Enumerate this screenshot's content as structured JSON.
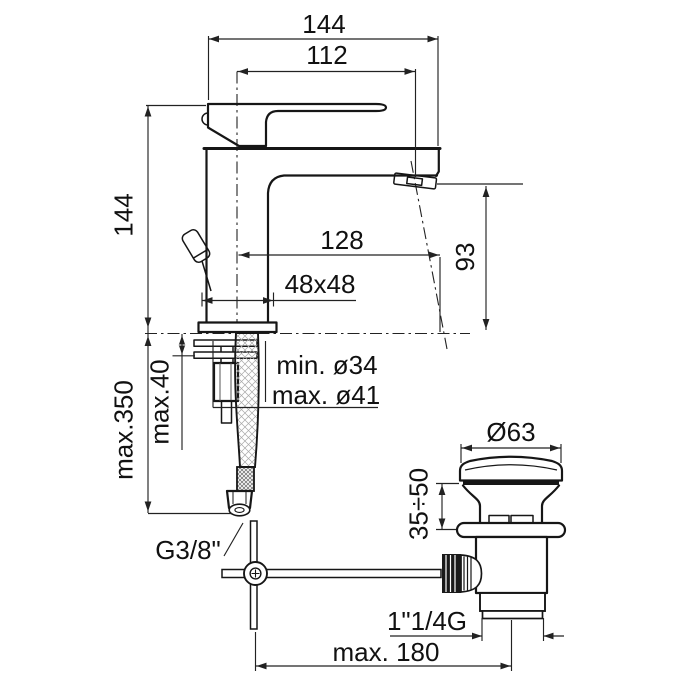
{
  "drawing": {
    "type": "basin-mixer-technical-drawing",
    "colors": {
      "line": "#161616",
      "background": "#ffffff"
    },
    "dimensions": {
      "overall_length": "144",
      "spout_reach": "112",
      "body_height": "144",
      "stream_reach": "128",
      "outlet_height": "93",
      "base_square": "48x48",
      "hole_min": "min. ø34",
      "hole_max": "max. ø41",
      "counter_thickness": "max.40",
      "hose_length": "max.350",
      "hose_thread": "G3/8\"",
      "drain_cap_diameter": "Ø63",
      "drain_height_range": "35÷50",
      "drain_thread": "1\"1/4G",
      "rod_to_drain_distance": "max. 180"
    }
  }
}
